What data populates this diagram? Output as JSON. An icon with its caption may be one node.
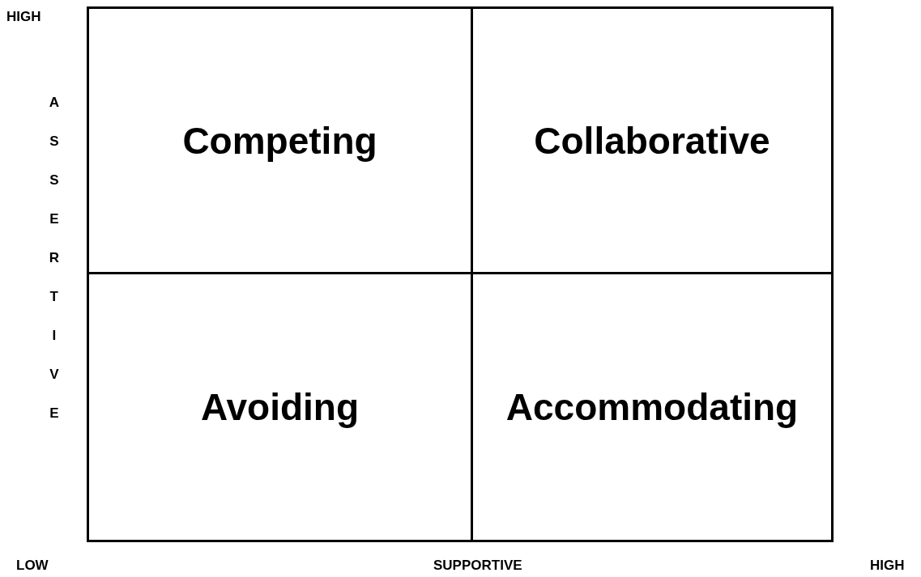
{
  "diagram": {
    "nodes": [
      {
        "text": [
          "Competing"
        ]
      },
      {
        "text": [
          "Collaborative"
        ]
      },
      {
        "text": [
          "Avoiding"
        ]
      },
      {
        "text": [
          "Accommodating"
        ]
      }
    ],
    "labels": [
      "HIGH",
      "ASSERTIVE",
      "LOW",
      "SUPPORTIVE",
      "HIGH"
    ]
  }
}
